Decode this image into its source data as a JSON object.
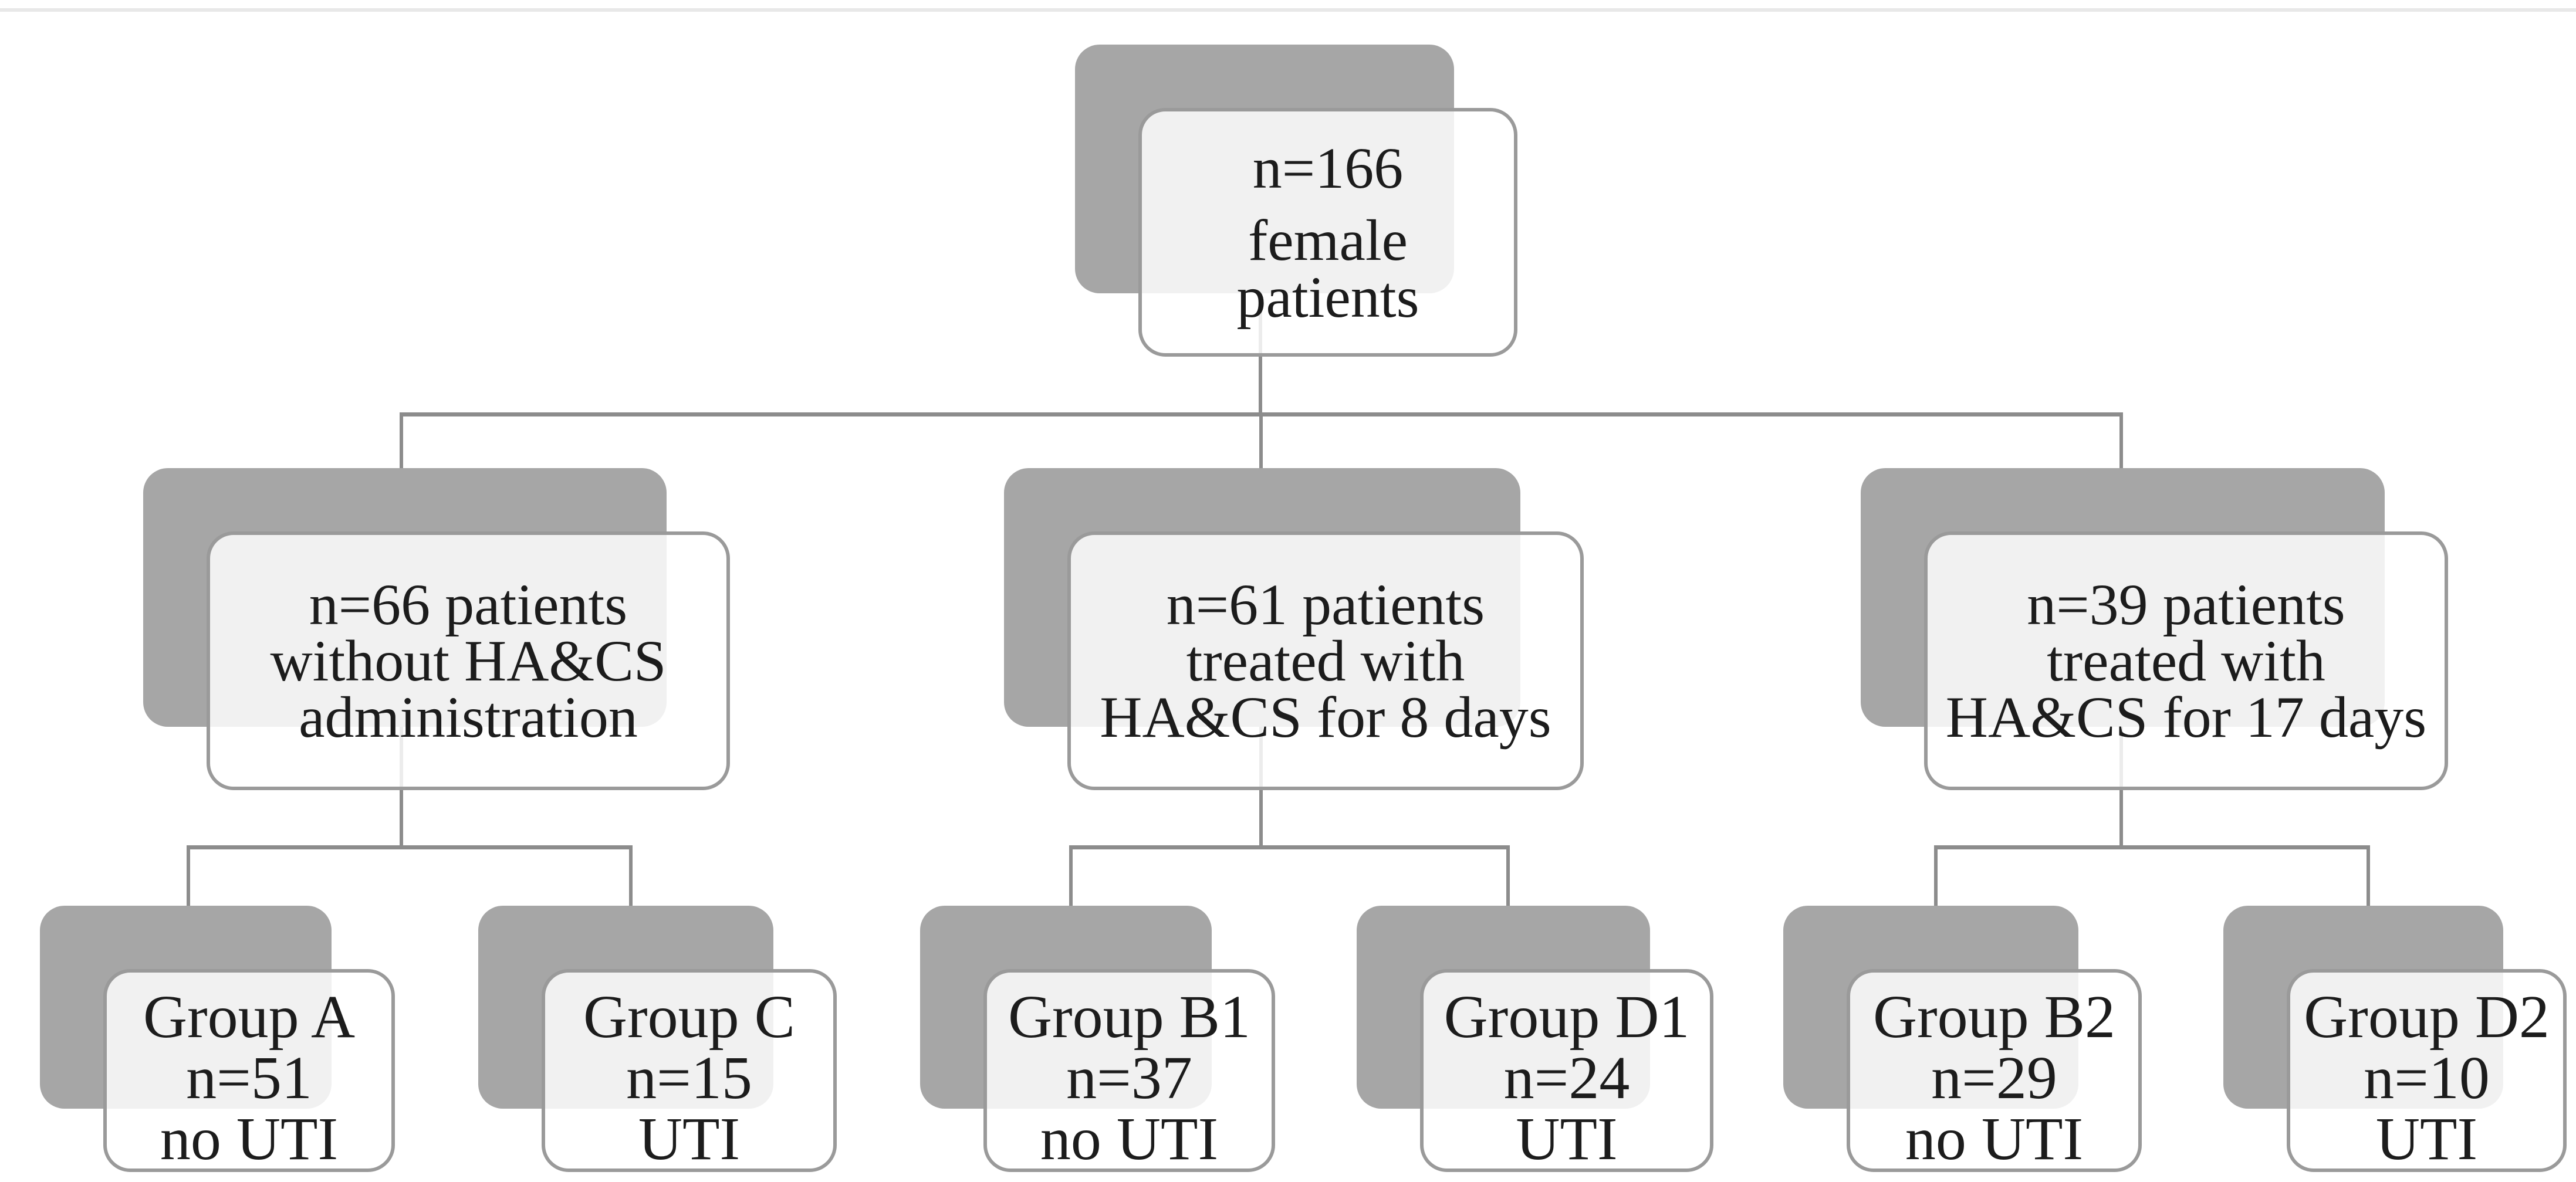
{
  "figure": {
    "description": "Patient flow diagram: distribution of female patients by HA&CS treatment and urinary tract infection (UTI) outcome",
    "top_rule_color": "#e8e8e8"
  },
  "colors": {
    "node_shadow": "#a6a6a6",
    "node_border": "#9a9a9a",
    "node_fill": "rgba(255,255,255,0.84)",
    "connector": "#8c8c8c",
    "text": "#1c1c1c"
  },
  "nodes": {
    "root": {
      "l1": "n=166",
      "l2": "female",
      "l3": "patients"
    },
    "no_hacs": {
      "l1": "n=66 patients",
      "l2": "without HA&CS",
      "l3": "administration"
    },
    "hacs8": {
      "l1": "n=61 patients",
      "l2": "treated with",
      "l3": "HA&CS for 8 days"
    },
    "hacs17": {
      "l1": "n=39 patients",
      "l2": "treated with",
      "l3": "HA&CS for 17 days"
    },
    "group_a": {
      "l1": "Group A",
      "l2": "n=51",
      "l3": "no UTI"
    },
    "group_c": {
      "l1": "Group C",
      "l2": "n=15",
      "l3": "UTI"
    },
    "group_b1": {
      "l1": "Group B1",
      "l2": "n=37",
      "l3": "no UTI"
    },
    "group_d1": {
      "l1": "Group D1",
      "l2": "n=24",
      "l3": "UTI"
    },
    "group_b2": {
      "l1": "Group B2",
      "l2": "n=29",
      "l3": "no UTI"
    },
    "group_d2": {
      "l1": "Group D2",
      "l2": "n=10",
      "l3": "UTI"
    }
  }
}
